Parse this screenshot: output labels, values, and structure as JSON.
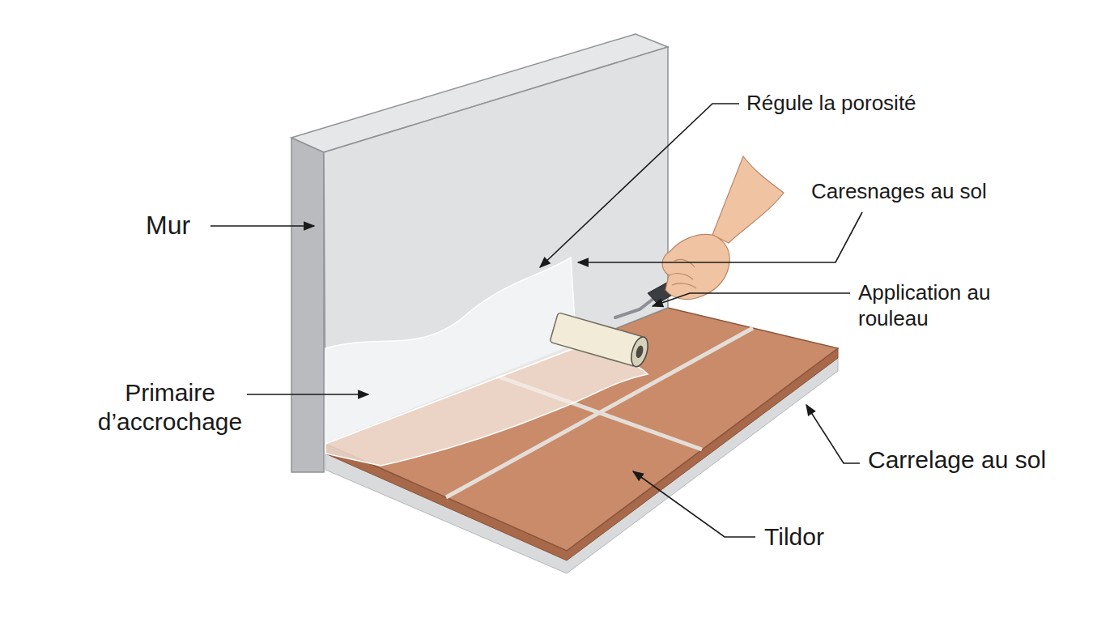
{
  "diagram": {
    "labels": [
      "Régule la porosité",
      "Caresnages au sol",
      "Mur",
      "Application au rouleau",
      "Primaire d’accrochage",
      "Carrelage au sol",
      "Tildor"
    ]
  }
}
